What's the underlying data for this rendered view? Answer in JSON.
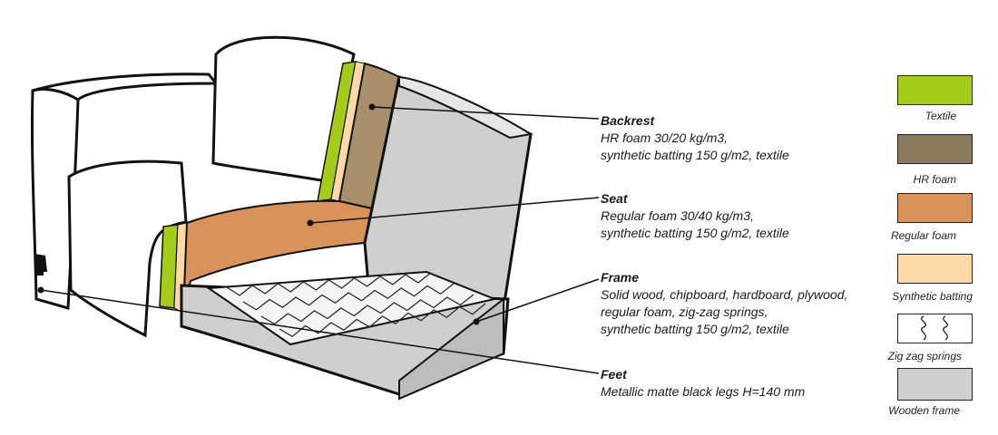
{
  "callouts": [
    {
      "id": "backrest",
      "title": "Backrest",
      "lines": [
        "HR foam 30/20 kg/m3,",
        "synthetic batting 150 g/m2, textile"
      ]
    },
    {
      "id": "seat",
      "title": "Seat",
      "lines": [
        "Regular foam 30/40 kg/m3,",
        "synthetic batting 150 g/m2, textile"
      ]
    },
    {
      "id": "frame",
      "title": "Frame",
      "lines": [
        "Solid wood, chipboard, hardboard, plywood,",
        "regular foam, zig-zag springs,",
        "synthetic batting 150 g/m2, textile"
      ]
    },
    {
      "id": "feet",
      "title": "Feet",
      "lines": [
        "Metallic matte black legs H=140 mm"
      ]
    }
  ],
  "legend": [
    {
      "id": "textile",
      "label": "Textile",
      "color": "#a6cc1a"
    },
    {
      "id": "hr-foam",
      "label": "HR foam",
      "color": "#8a7a5e"
    },
    {
      "id": "regular-foam",
      "label": "Regular foam",
      "color": "#d9925a"
    },
    {
      "id": "synthetic-batting",
      "label": "Synthetic batting",
      "color": "#fcd9a6"
    },
    {
      "id": "zig-zag-springs",
      "label": "Zig zag springs",
      "color": "#ffffff",
      "pattern": "springs"
    },
    {
      "id": "wooden-frame",
      "label": "Wooden frame",
      "color": "#cfcfcf"
    }
  ]
}
